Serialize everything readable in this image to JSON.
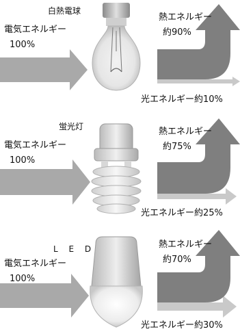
{
  "panels": [
    {
      "bulb": "白熱電球",
      "input_label": "電気エネルギー",
      "input_value": "100%",
      "heat_label": "熱エネルギー",
      "heat_value": "約90%",
      "light_text": "光エネルギー約10%"
    },
    {
      "bulb": "蛍光灯",
      "input_label": "電気エネルギー",
      "input_value": "100%",
      "heat_label": "熱エネルギー",
      "heat_value": "約75%",
      "light_text": "光エネルギー約25%"
    },
    {
      "bulb": "L E D",
      "input_label": "電気エネルギー",
      "input_value": "100%",
      "heat_label": "熱エネルギー",
      "heat_value": "約70%",
      "light_text": "光エネルギー約30%"
    }
  ],
  "colors": {
    "input_arrow": "#a9a9a9",
    "heat_arrow": "#7f7f7f",
    "light_arrow": "#c9c9c9"
  },
  "icons": [
    "incandescent-bulb-icon",
    "fluorescent-bulb-icon",
    "led-bulb-icon"
  ]
}
